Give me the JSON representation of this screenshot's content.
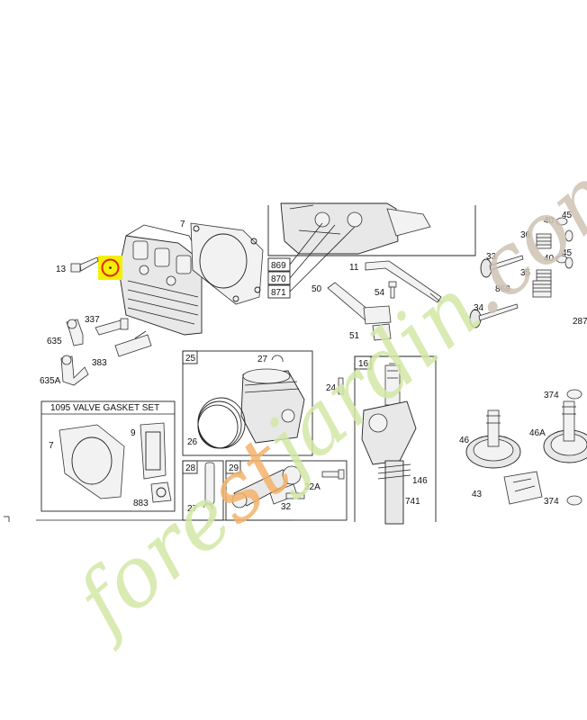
{
  "kit_title": "1095 VALVE GASKET SET",
  "colors": {
    "highlight_fill": "#f5f000",
    "highlight_ring": "#e0261b",
    "watermark_green": "#d3e8a6",
    "watermark_orange": "#f4b36a",
    "watermark_brown": "#cfc3b4"
  },
  "watermark": {
    "part1": "fore",
    "part2": "st",
    "part3": "jardin",
    "part4": ".com"
  },
  "boxes": {
    "piston": "25",
    "crankshaft": "16",
    "wrist_pin": "28",
    "connecting_rod": "29"
  },
  "labels": {
    "l7": "7",
    "l13": "13",
    "l337": "337",
    "l635": "635",
    "l383": "383",
    "l635a": "635A",
    "l869": "869",
    "l870": "870",
    "l871": "871",
    "l11": "11",
    "l54": "54",
    "l50": "50",
    "l51": "51",
    "l27_top": "27",
    "l26": "26",
    "l24": "24",
    "l146": "146",
    "l741": "741",
    "l32a": "32A",
    "l32": "32",
    "l27_bottom": "27",
    "l9": "9",
    "l7_kit": "7",
    "l883": "883",
    "l40a": "40",
    "l45a": "45",
    "l36": "36",
    "l40b": "40",
    "l45b": "45",
    "l33": "33",
    "l35": "35",
    "l868": "868",
    "l34": "34",
    "l287": "287",
    "l374a": "374",
    "l46": "46",
    "l46a": "46A",
    "l43": "43",
    "l374b": "374"
  }
}
